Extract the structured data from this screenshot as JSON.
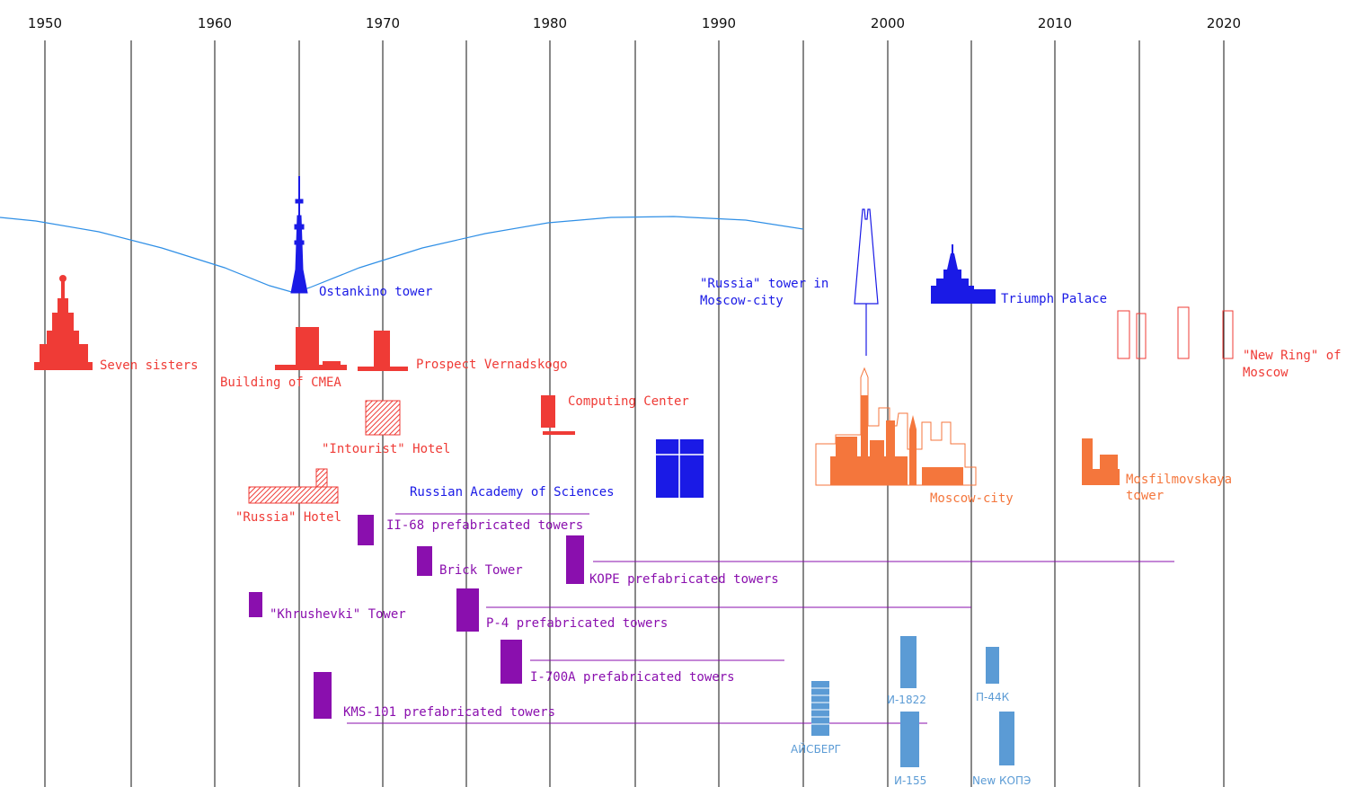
{
  "years": [
    "1950",
    "1960",
    "1970",
    "1980",
    "1990",
    "2000",
    "2010",
    "2020"
  ],
  "colors": {
    "red": "#ef3b36",
    "orange": "#f4763c",
    "blue": "#1a1ae6",
    "purple": "#8a0fae",
    "lightblue": "#5b9bd5",
    "grid": "#111111",
    "curve": "#2f8fe6"
  },
  "labels": {
    "ostankino": "Ostankino tower",
    "russia_tower_1": "\"Russia\" tower in",
    "russia_tower_2": "Moscow-city",
    "triumph": "Triumph Palace",
    "seven_sisters": "Seven sisters",
    "cmea": "Building of CMEA",
    "vernadskogo": "Prospect Vernadskogo",
    "new_ring_1": "\"New Ring\" of",
    "new_ring_2": "Moscow",
    "computing": "Computing Center",
    "intourist": "\"Intourist\" Hotel",
    "academy": "Russian Academy of Sciences",
    "moscow_city": "Moscow-city",
    "mosfilm_1": "Mosfilmovskaya",
    "mosfilm_2": "tower",
    "russia_hotel": "\"Russia\" Hotel",
    "ii68": "II-68  prefabricated towers",
    "brick": "Brick Tower",
    "kope": "KOPE prefabricated towers",
    "khrushevki": "\"Khrushevki\" Tower",
    "p4": "P-4  prefabricated towers",
    "i700a": "I-700A  prefabricated towers",
    "kms101": "KMS-101  prefabricated towers",
    "i1822": "И-1822",
    "p44k": "П-44К",
    "aisberg": "АЙСБЕРГ",
    "i155": "И-155",
    "new_kope": "New КОПЭ"
  }
}
